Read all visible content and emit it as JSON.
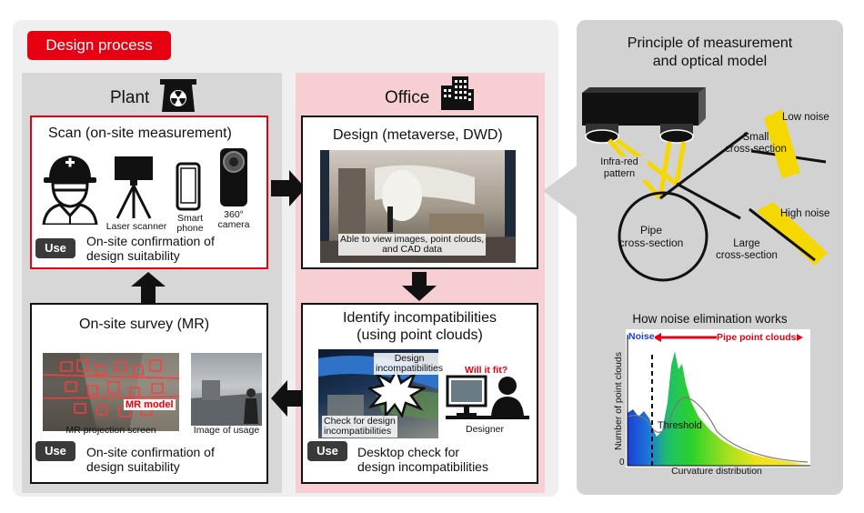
{
  "design_process": {
    "badge": "Design process"
  },
  "plant": {
    "label": "Plant"
  },
  "office": {
    "label": "Office"
  },
  "scan": {
    "title": "Scan (on-site measurement)",
    "devices": {
      "laser": "Laser scanner",
      "smart": "Smart\nphone",
      "camera": "360°\ncamera"
    },
    "use_badge": "Use",
    "use_text": "On-site confirmation of\ndesign suitability"
  },
  "design": {
    "title": "Design (metaverse, DWD)",
    "caption": "Able to view images, point clouds,\nand CAD data"
  },
  "identify": {
    "title": "Identify incompatibilities\n(using point clouds)",
    "burst_label": "Design\nincompatibilities",
    "check_label": "Check for design\nincompatibilities",
    "will_fit": "Will it fit?",
    "designer": "Designer",
    "use_badge": "Use",
    "use_text": "Desktop check for\ndesign incompatibilities"
  },
  "survey": {
    "title": "On-site survey (MR)",
    "mr_model": "MR model",
    "mr_screen": "MR projection screen",
    "image_usage": "Image of usage",
    "use_badge": "Use",
    "use_text": "On-site confirmation of\ndesign suitability"
  },
  "principle": {
    "title": "Principle of measurement\nand optical model",
    "infrared": "Infra-red\npattern",
    "pipe": "Pipe\ncross-section",
    "small": "Small\ncross-section",
    "large": "Large\ncross-section",
    "low_noise": "Low noise",
    "high_noise": "High noise"
  },
  "noise_chart": {
    "title": "How noise elimination works",
    "noise_label": "Noise",
    "pipe_label": "Pipe point clouds",
    "threshold": "Threshold"
  },
  "chart_data": {
    "type": "area",
    "title": "How noise elimination works",
    "xlabel": "Curvature distribution",
    "ylabel": "Number of point clouds",
    "y_tick_zero": "0",
    "annotations": [
      "Noise",
      "Pipe point clouds",
      "Threshold"
    ],
    "grid": false
  },
  "colors": {
    "red": "#e60012",
    "plant_bg": "#d7d7d7",
    "office_bg": "#f7cfd3",
    "right_bg": "#d2d2d2",
    "yellow": "#f5d800"
  }
}
